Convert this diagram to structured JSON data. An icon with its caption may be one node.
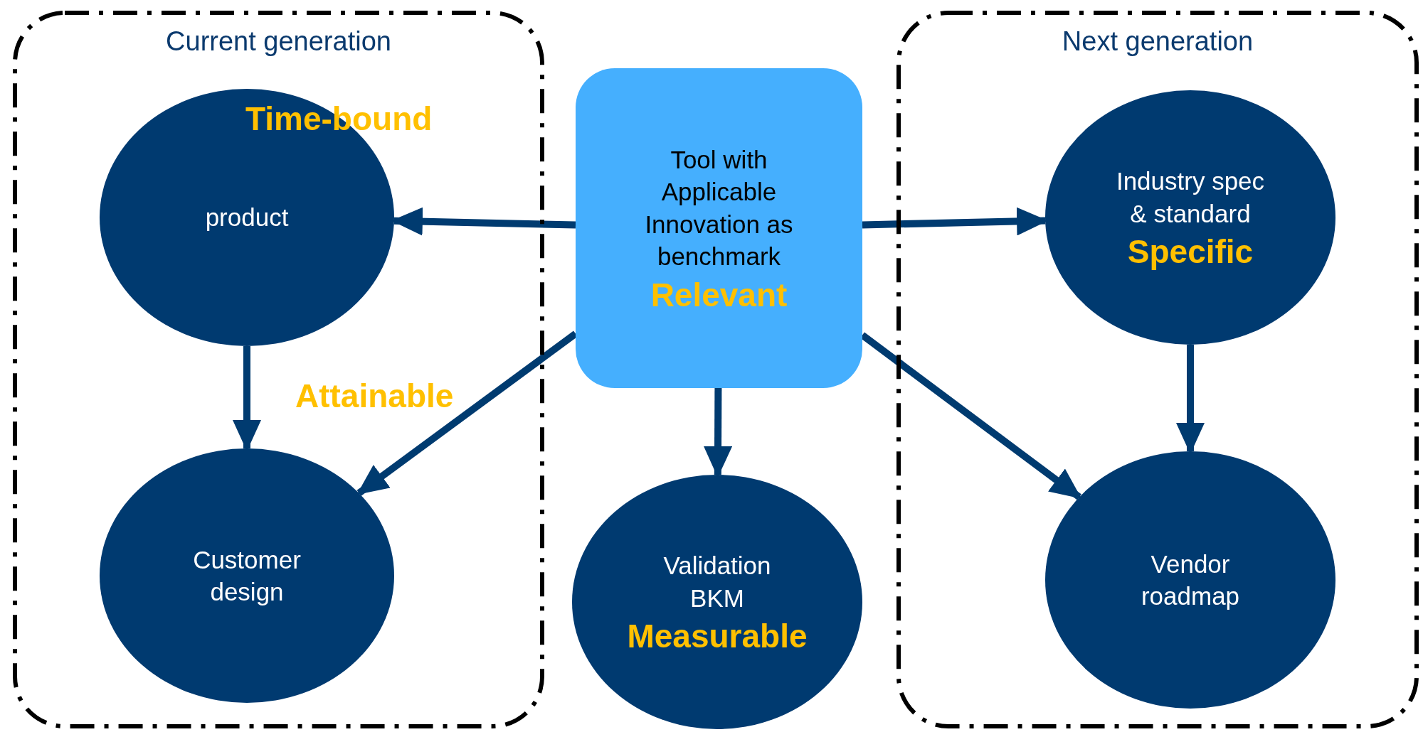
{
  "diagram": {
    "nodes": [
      {
        "text": [
          "Current generation"
        ]
      },
      {
        "text": [
          "product"
        ],
        "in": 0
      },
      {
        "text": [
          "Customer design"
        ],
        "in": 0
      },
      {
        "text": [
          "Tool with Applicable Innovation as benchmark",
          "Relevant"
        ]
      },
      {
        "text": [
          "Validation BKM",
          "Measurable"
        ]
      },
      {
        "text": [
          "Next generation"
        ]
      },
      {
        "text": [
          "Industry spec & standard",
          "Specific"
        ],
        "in": 5
      },
      {
        "text": [
          "Vendor roadmap"
        ],
        "in": 5
      }
    ],
    "edges": [
      {
        "from": 3,
        "to": 1,
        "arrow": "to"
      },
      {
        "from": 3,
        "to": 6,
        "arrow": "to"
      },
      {
        "from": 1,
        "to": 2,
        "arrow": "to"
      },
      {
        "from": 3,
        "to": 2,
        "arrow": "to"
      },
      {
        "from": 3,
        "to": 4,
        "arrow": "to"
      },
      {
        "from": 3,
        "to": 7,
        "arrow": "to"
      },
      {
        "from": 6,
        "to": 7,
        "arrow": "to"
      }
    ],
    "labels": [
      "Time-bound",
      "Attainable"
    ]
  }
}
